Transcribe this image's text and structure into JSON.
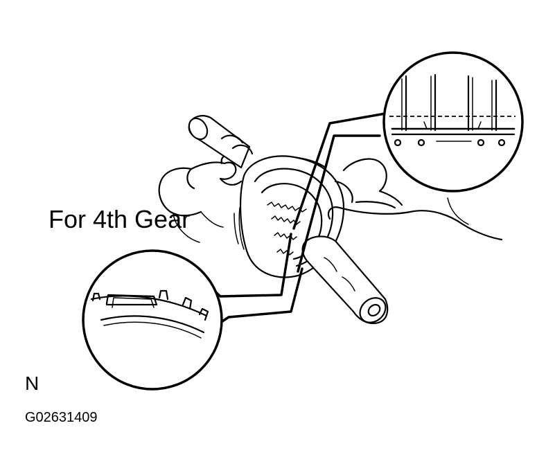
{
  "labels": {
    "callout": "For 4th Gear",
    "view_letter": "N",
    "figure_code": "G02631409"
  },
  "colors": {
    "line": "#000000",
    "background": "#ffffff"
  }
}
